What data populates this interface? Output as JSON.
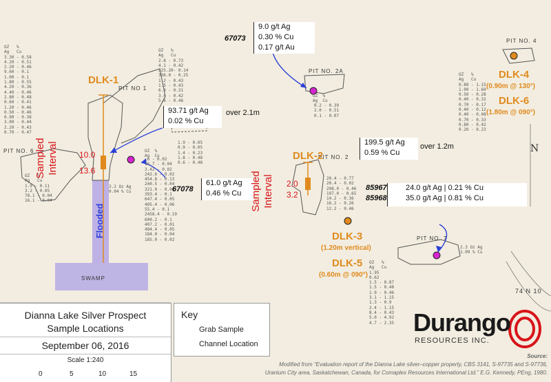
{
  "samples": {
    "s67073": {
      "id": "67073",
      "ag": "9.0 g/t Ag",
      "cu": "0.30 % Cu",
      "au": "0.17 g/t Au"
    },
    "dlk1_callout": {
      "ag": "93.71 g/t Ag",
      "cu": "0.02 % Cu",
      "over": "over 2.1m"
    },
    "s67078": {
      "id": "67078",
      "ag": "61.0 g/t Ag",
      "cu": "0.46 % Cu"
    },
    "dlk2_callout": {
      "ag": "199.5 g/t Ag",
      "cu": "0.59 % Cu",
      "over": "over 1.2m"
    },
    "s85967": {
      "id": "85967",
      "value": "24.0 g/t Ag | 0.21 % Cu"
    },
    "s85968": {
      "id": "85968",
      "value": "35.0 g/t Ag | 0.81 % Cu"
    }
  },
  "labels": {
    "dlk1": "DLK-1",
    "dlk2": "DLK-2",
    "dlk3": "DLK-3",
    "dlk3_sub": "(1.20m vertical)",
    "dlk4": "DLK-4",
    "dlk4_sub": "(0.90m @ 130°)",
    "dlk5": "DLK-5",
    "dlk5_sub": "(0.60m @ 090°)",
    "dlk6": "DLK-6",
    "dlk6_sub": "(1.80m @ 090°)",
    "sampled": "Sampled",
    "interval": "Interval",
    "depth1_top": "10.0",
    "depth1_bot": "13.6",
    "depth2_top": "2.0",
    "depth2_bot": "3.2",
    "flooded": "Flooded",
    "swamp": "SWAMP",
    "pit1": "PIT NO 1",
    "pit2": "PIT NO. 2",
    "pit2a": "PIT NO. 2A",
    "pit4": "PIT NO. 4",
    "pit6": "PIT NO. 6",
    "pit7": "PIT NO. 7",
    "north": "N",
    "grid": "74 N 10"
  },
  "map_annot": {
    "p1_head": "OZ  %\nAg  Cu",
    "p1_note": "3.2 Oz Ag\n0.04 % Cu",
    "p7_note": "2.3 Oz Ag\n1.09 % Cu",
    "p2a_head": "OZ  %\nAg  Cu"
  },
  "tables": {
    "t_left": "OZ   %\nAg   Cu\n3.30 - 0.58\n4.20 - 0.51\n2.20 - 0.46\n9.60 - 0.1\n1.00 - 0.1\n1.80 - 0.55\n4.20 - 0.36\n4.40 - 0.46\n2.80 - 0.48\n0.60 - 0.41\n1.20 - 0.46\n0.50 - 0.46\n0.90 - 0.38\n3.00 - 0.44\n2.20 - 0.43\n0.70 - 0.47",
    "t_topcenter": "OZ   %\nAg   Cu\n2.8 - 0.73\n4.1 - 0.42\n225.20- 0.14\n336.0 - 0.25\n1.2 - 0.43\n1.5 - 0.43\n6.0 - 0.31\n3.4 - 0.42\n5.6 - 0.46",
    "t_pit1": ".6 - 0.02\n16.7 - 0.04\n3.42 - 0.02\n242.6 - 0.02\n454.8 - 0.13\n240.5 - 0.04\n321.0 - 0.06\n393.4 - 0.1\n647.4 - 0.05\n405.4 - 0.06\n55.4 - 0.1\n2458.4 - 0.19\n600.2 - 0.1\n407.2 - 0.01\n484.4 - 0.05\n184.0 - 0.04\n185.0 - 0.02",
    "t_mid": "1.9 - 0.05\n0.9 - 0.05\n1.4 - 0.23\n1.8 - 0.48\n0.6 - 0.48",
    "t_pit6": "OZ   %\nAg   Cu\n1.9 - 0.11\n3.2 - 0.05\n78.1 - 0.04\n16.1 - 0.04",
    "t_pit2a": "0.2 - 0.39\n2.0 - 0.51\n0.1 - 0.07",
    "t_pit2": "20.4 - 0.77\n20.4 - 0.02\n298.0 - 0.46\n197.0 - 0.65\n14.2 - 0.36\n16.2 - 0.26\n12.2 - 0.46",
    "t_pit4": "OZ   %\nAg   Cu\n0.80 - 1.15\n1.00 - 1.60\n0.50 - 0.28\n0.40 - 0.32\n0.70 - 0.17\n0.40 - 0.12\n0.40 - 0.08\n0.70 - 0.33\n0.80 - 0.42\n0.20 - 0.23",
    "t_pit7": "OZ   %\nAg   Cu\n1.95\n0.62\n1.5 - 0.87\n1.5 - 0.48\n1.9 - 0.46\n3.1 - 1.15\n1.3 - 0.9\n2.4 - 1.15\n8.4 - 0.43\n5.0 - 4.92\n4.7 - 2.35"
  },
  "title_block": {
    "title_line1": "Dianna Lake Silver Prospect",
    "title_line2": "Sample Locations",
    "date": "September 06, 2016",
    "scale": "Scale  1:240",
    "ticks": [
      "0",
      "5",
      "10",
      "15"
    ]
  },
  "key": {
    "title": "Key",
    "items": [
      {
        "label": "Grab Sample",
        "color": "#d625d0"
      },
      {
        "label": "Channel Location",
        "color": "#e08a1e"
      }
    ]
  },
  "logo": {
    "name": "Durango",
    "sub": "RESOURCES INC."
  },
  "source": {
    "title": "Source:",
    "line1": "Modified from “Evaluation report of the Dianna Lake silver–copper property, CBS 3141, S-97735 and S-97736,",
    "line2": "Uranium City area, Saskatchewan, Canada, for Comaplex Resources International Ltd.” E.G. Kennedy, PEng, 1980."
  },
  "colors": {
    "orange": "#e08a1e",
    "red": "#d8141a",
    "magenta": "#d625d0",
    "arrow": "#2b3fd8",
    "flood": "#b9aee6"
  }
}
